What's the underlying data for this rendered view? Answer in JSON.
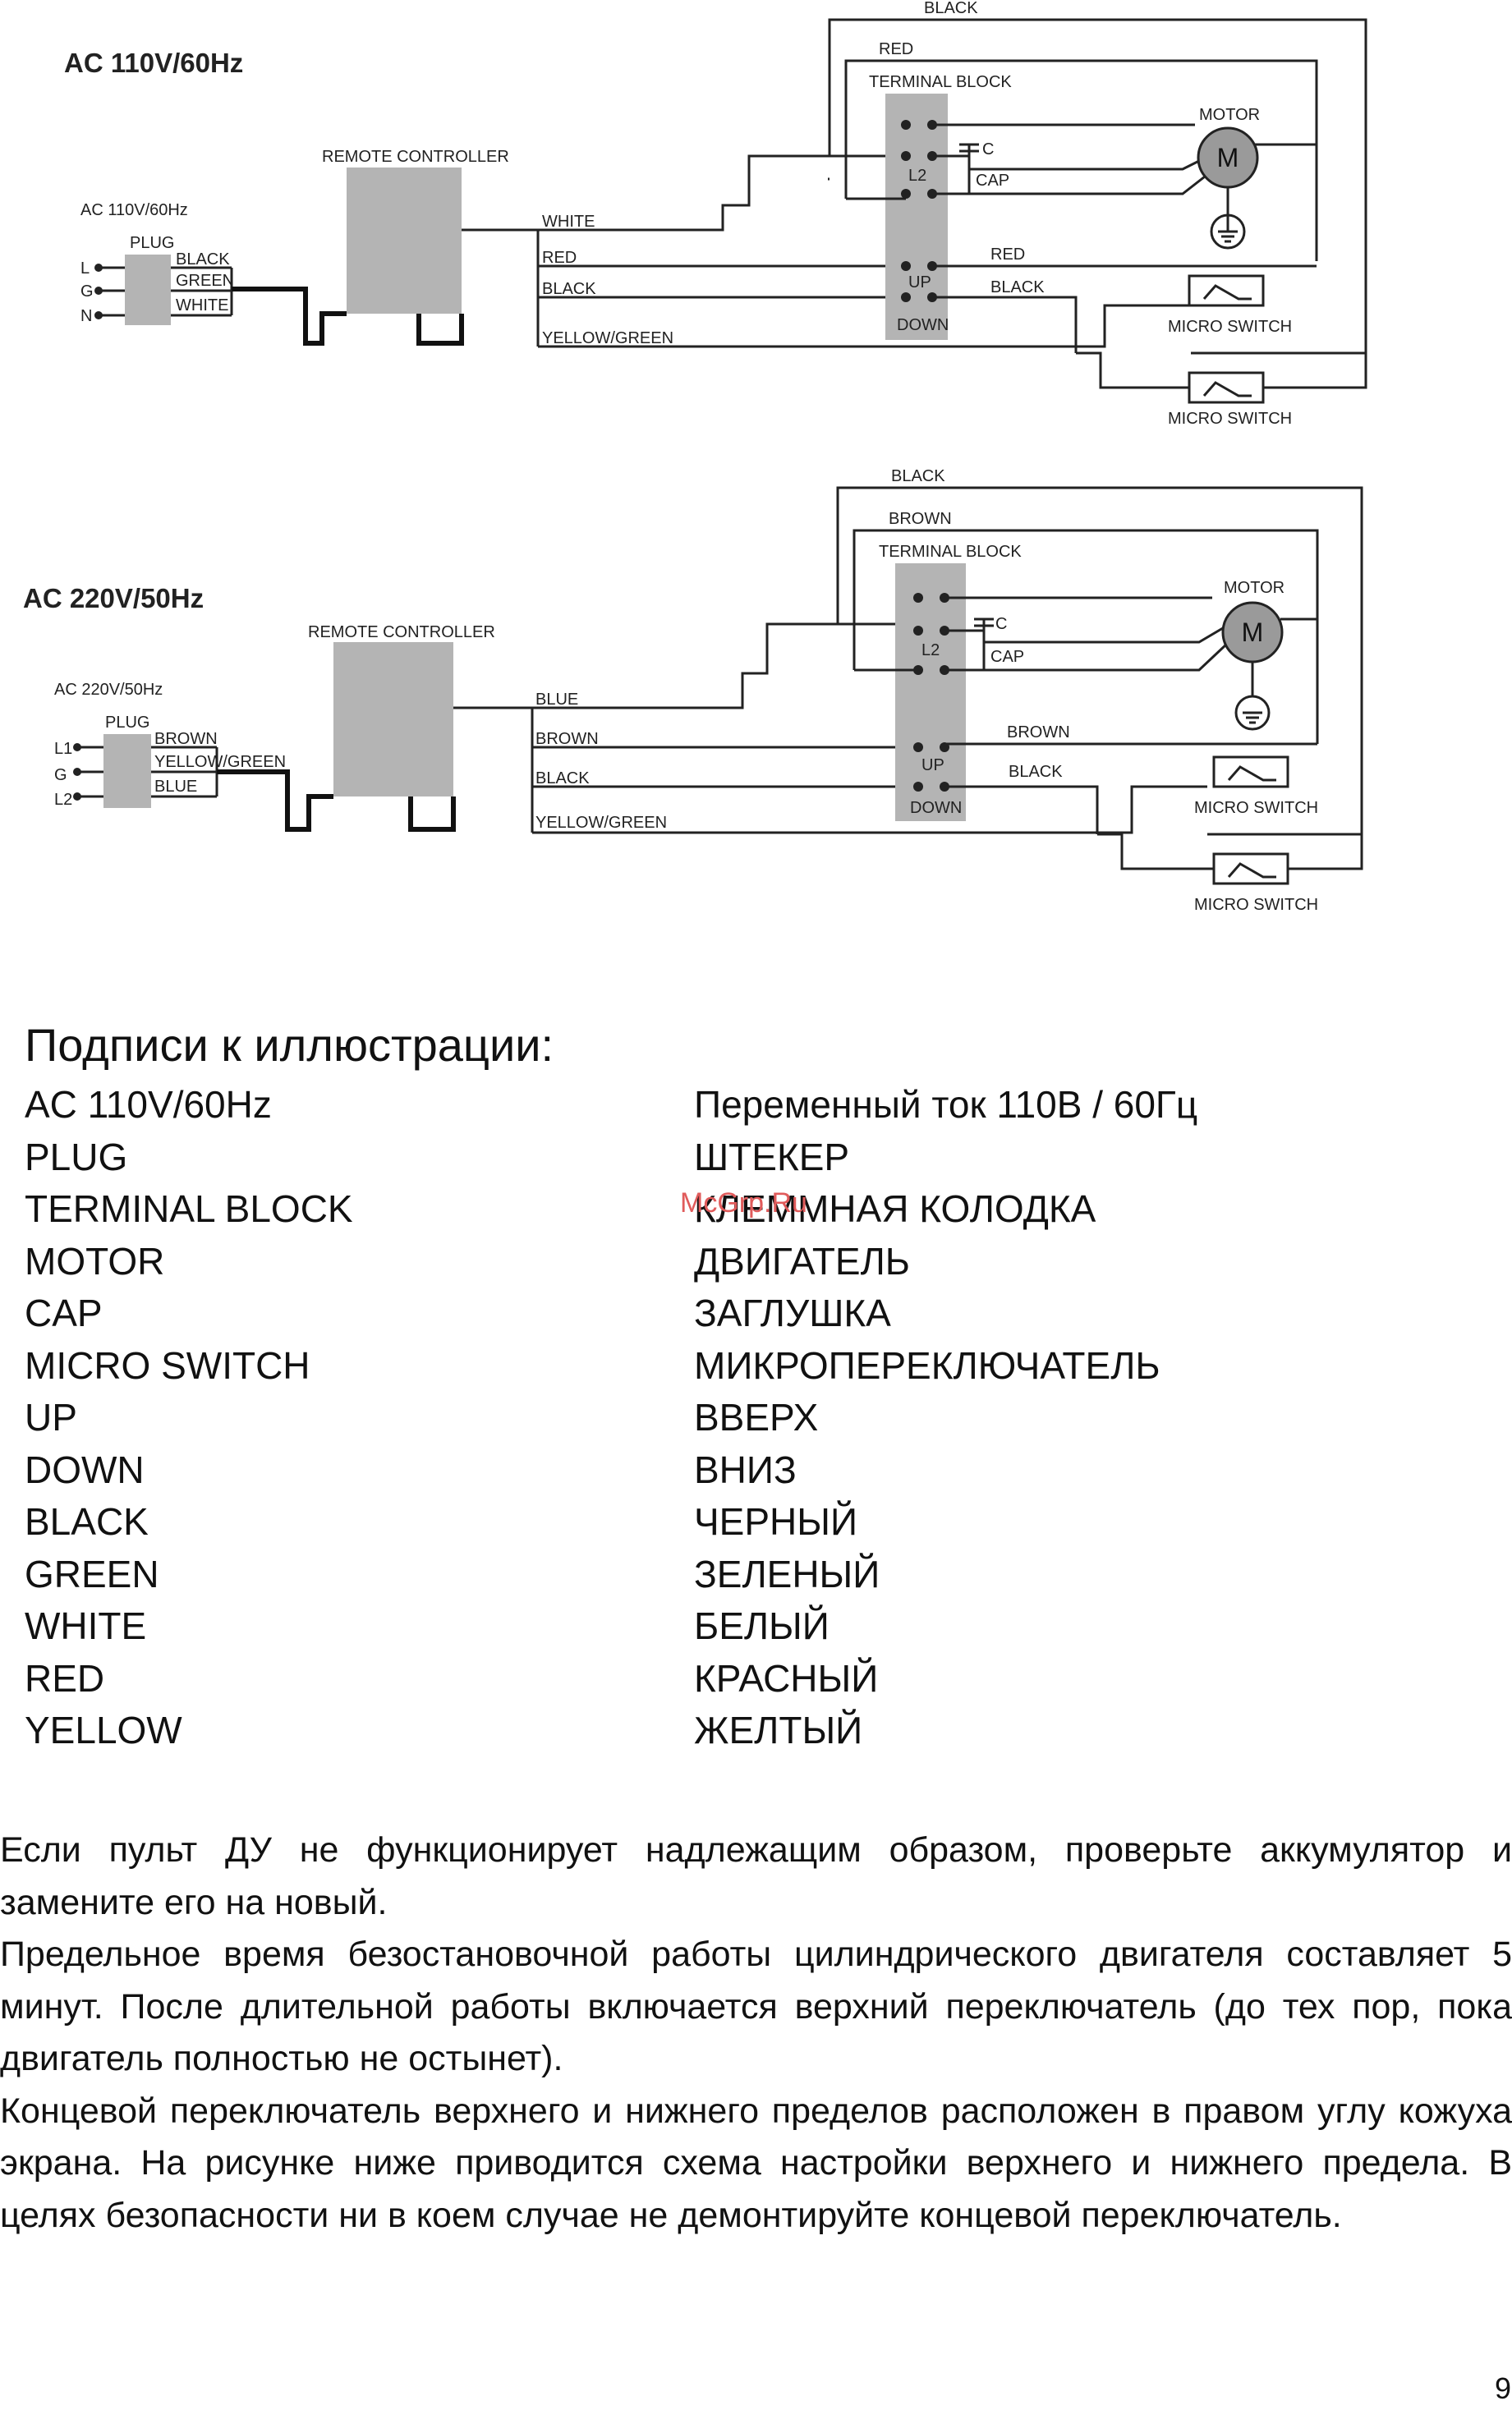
{
  "diagram1": {
    "title": "AC 110V/60Hz",
    "plug_caption": "AC 110V/60Hz",
    "plug_label": "PLUG",
    "pins": [
      "L",
      "G",
      "N"
    ],
    "plug_wires": [
      "BLACK",
      "GREEN",
      "WHITE"
    ],
    "remote_label": "REMOTE CONTROLLER",
    "rc_wires": [
      "WHITE",
      "RED",
      "BLACK",
      "YELLOW/GREEN"
    ],
    "top_wires": [
      "BLACK",
      "RED"
    ],
    "terminal_label": "TERMINAL BLOCK",
    "l2": "L2",
    "c": "C",
    "cap": "CAP",
    "motor_label": "MOTOR",
    "motor_symbol": "M",
    "right_wires": [
      "RED",
      "BLACK"
    ],
    "up": "UP",
    "down": "DOWN",
    "switch1": "MICRO SWITCH",
    "switch2": "MICRO SWITCH"
  },
  "diagram2": {
    "title": "AC 220V/50Hz",
    "plug_caption": "AC 220V/50Hz",
    "plug_label": "PLUG",
    "pins": [
      "L1",
      "G",
      "L2"
    ],
    "plug_wires": [
      "BROWN",
      "YELLOW/GREEN",
      "BLUE"
    ],
    "remote_label": "REMOTE CONTROLLER",
    "rc_wires": [
      "BLUE",
      "BROWN",
      "BLACK",
      "YELLOW/GREEN"
    ],
    "top_wires": [
      "BLACK",
      "BROWN"
    ],
    "terminal_label": "TERMINAL BLOCK",
    "l2": "L2",
    "c": "C",
    "cap": "CAP",
    "motor_label": "MOTOR",
    "motor_symbol": "M",
    "right_wires": [
      "BROWN",
      "BLACK"
    ],
    "up": "UP",
    "down": "DOWN",
    "switch1": "MICRO SWITCH",
    "switch2": "MICRO SWITCH"
  },
  "legend_title": "Подписи к иллюстрации:",
  "legend": [
    {
      "en": "AC 110V/60Hz",
      "ru": "Переменный ток 110В / 60Гц"
    },
    {
      "en": "PLUG",
      "ru": "ШТЕКЕР"
    },
    {
      "en": "TERMINAL BLOCK",
      "ru": "КЛЕММНАЯ КОЛОДКА"
    },
    {
      "en": "MOTOR",
      "ru": "ДВИГАТЕЛЬ"
    },
    {
      "en": "CAP",
      "ru": "ЗАГЛУШКА"
    },
    {
      "en": "MICRO SWITCH",
      "ru": "МИКРОПЕРЕКЛЮЧАТЕЛЬ"
    },
    {
      "en": "UP",
      "ru": "ВВЕРХ"
    },
    {
      "en": "DOWN",
      "ru": "ВНИЗ"
    },
    {
      "en": "BLACK",
      "ru": "ЧЕРНЫЙ"
    },
    {
      "en": "GREEN",
      "ru": "ЗЕЛЕНЫЙ"
    },
    {
      "en": "WHITE",
      "ru": "БЕЛЫЙ"
    },
    {
      "en": "RED",
      "ru": "КРАСНЫЙ"
    },
    {
      "en": "YELLOW",
      "ru": "ЖЕЛТЫЙ"
    }
  ],
  "watermark": "McGrp.Ru",
  "paragraphs": [
    "Если пульт ДУ не функционирует надлежащим образом, проверьте аккумулятор и замените его на новый.",
    "Предельное время безостановочной работы цилиндрического двигателя составляет 5 минут. После длительной работы включается верхний переключатель (до тех пор, пока двигатель полностью не остынет).",
    "Концевой переключатель верхнего и нижнего пределов расположен в правом углу кожуха экрана. На рисунке ниже приводится схема настройки верхнего и нижнего предела. В целях безопасности ни в коем случае не демонтируйте концевой переключатель."
  ],
  "page_number": "9"
}
